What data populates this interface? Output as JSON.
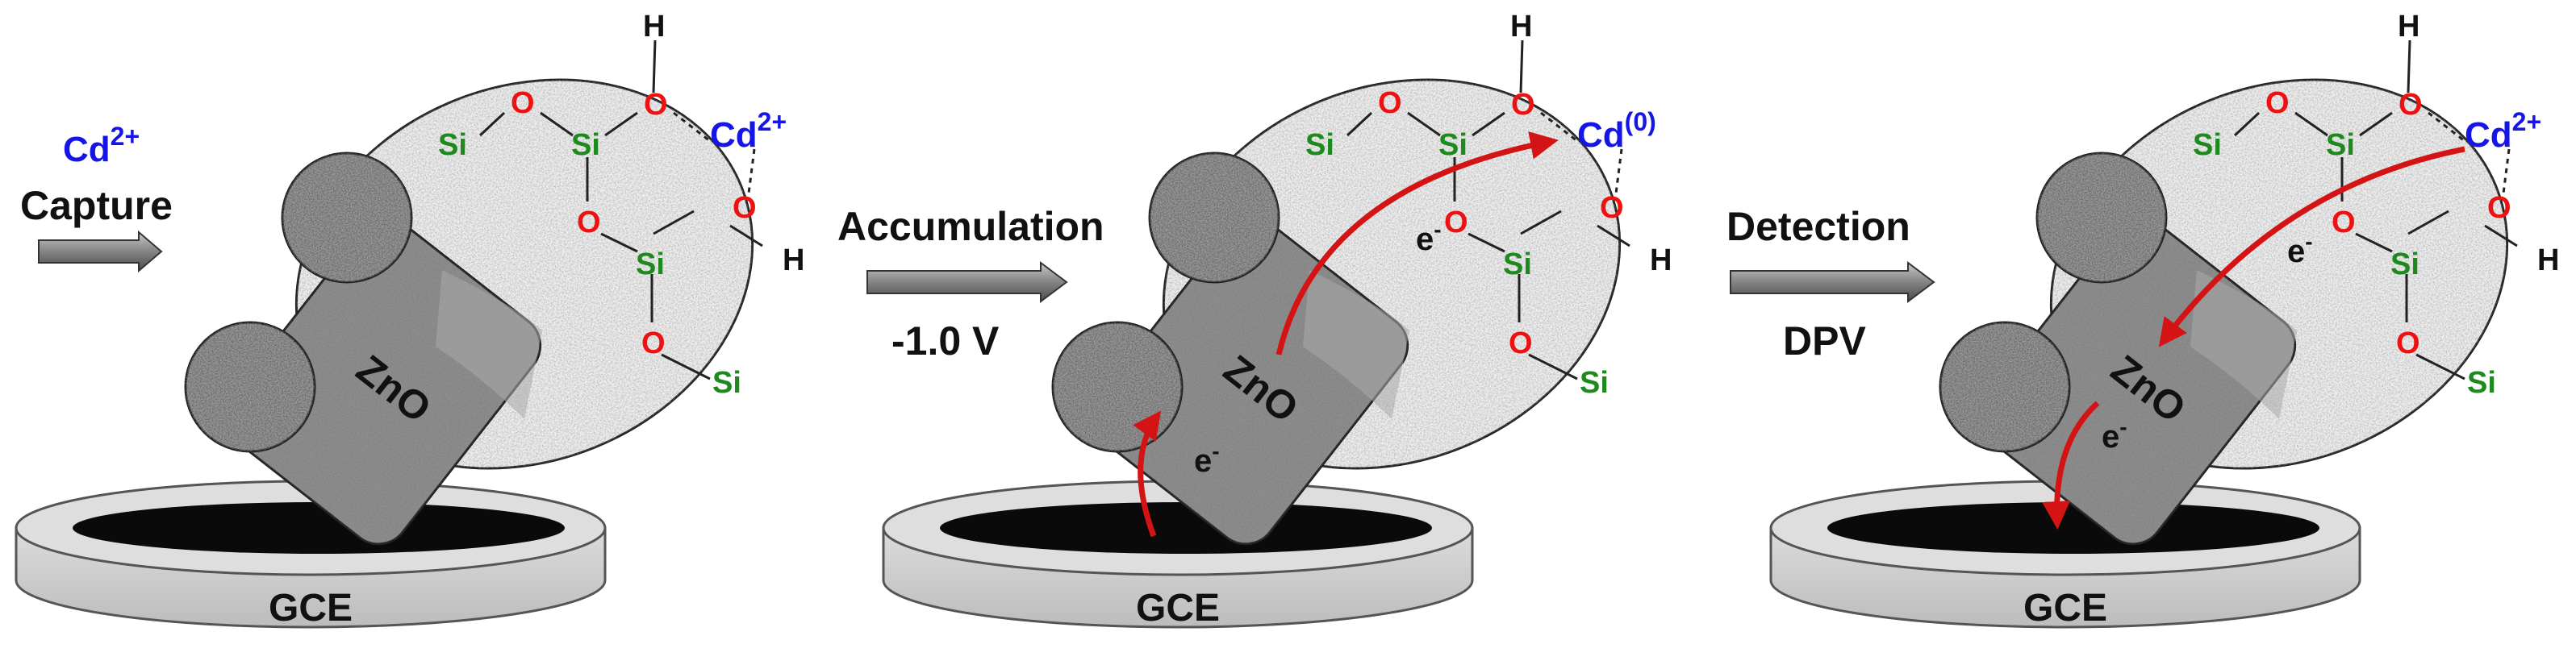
{
  "colors": {
    "silicon": "#1e8a1e",
    "oxygen": "#ee1111",
    "hydrogen": "#111111",
    "cadmium": "#1515e6",
    "electron_arrow": "#d41414",
    "zno_fill": "#8f8f8f",
    "gce_fill": "#d9d9d9",
    "electrode_spot": "#0a0a0a"
  },
  "atoms": {
    "si": "Si",
    "o": "O",
    "h": "H",
    "cd": "Cd"
  },
  "labels": {
    "zno": "ZnO",
    "gce": "GCE",
    "electron": "e",
    "electron_charge": "-"
  },
  "steps": [
    {
      "top": "Cd",
      "top_sup": "2+",
      "middle": "Capture",
      "bottom": "",
      "cd_charge": "2+"
    },
    {
      "top": "",
      "top_sup": "",
      "middle": "Accumulation",
      "bottom": "-1.0 V",
      "cd_charge": "(0)"
    },
    {
      "top": "",
      "top_sup": "",
      "middle": "Detection",
      "bottom": "DPV",
      "cd_charge": "2+"
    }
  ]
}
